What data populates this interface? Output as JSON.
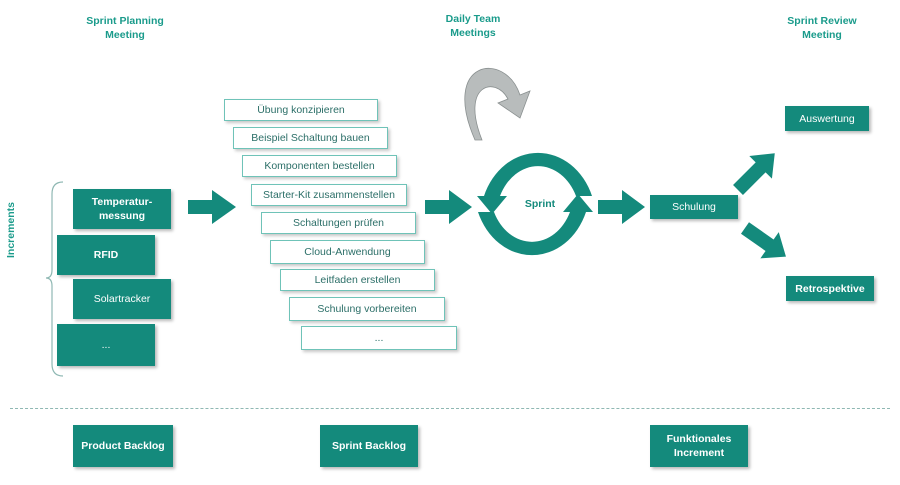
{
  "headers": {
    "sprint_planning": "Sprint Planning\nMeeting",
    "daily_team": "Daily Team\nMeetings",
    "sprint_review": "Sprint Review\nMeeting"
  },
  "increments": {
    "label": "Increments",
    "items": [
      "Temperatur-\nmessung",
      "RFID",
      "Solartracker",
      "..."
    ]
  },
  "tasks": [
    "Übung konzipieren",
    "Beispiel Schaltung bauen",
    "Komponenten bestellen",
    "Starter-Kit zusammenstellen",
    "Schaltungen prüfen",
    "Cloud-Anwendung",
    "Leitfaden erstellen",
    "Schulung vorbereiten",
    "..."
  ],
  "sprint_label": "Sprint",
  "schulung": "Schulung",
  "outcomes": {
    "auswertung": "Auswertung",
    "retrospektive": "Retrospektive"
  },
  "bottom": {
    "product_backlog": "Product Backlog",
    "sprint_backlog": "Sprint Backlog",
    "funktionales_increment": "Funktionales\nIncrement"
  },
  "colors": {
    "accent": "#148a7c",
    "header_text": "#1a9b8b",
    "task_border": "#6fc3b8",
    "grey_arrow": "#b8bcbc"
  }
}
